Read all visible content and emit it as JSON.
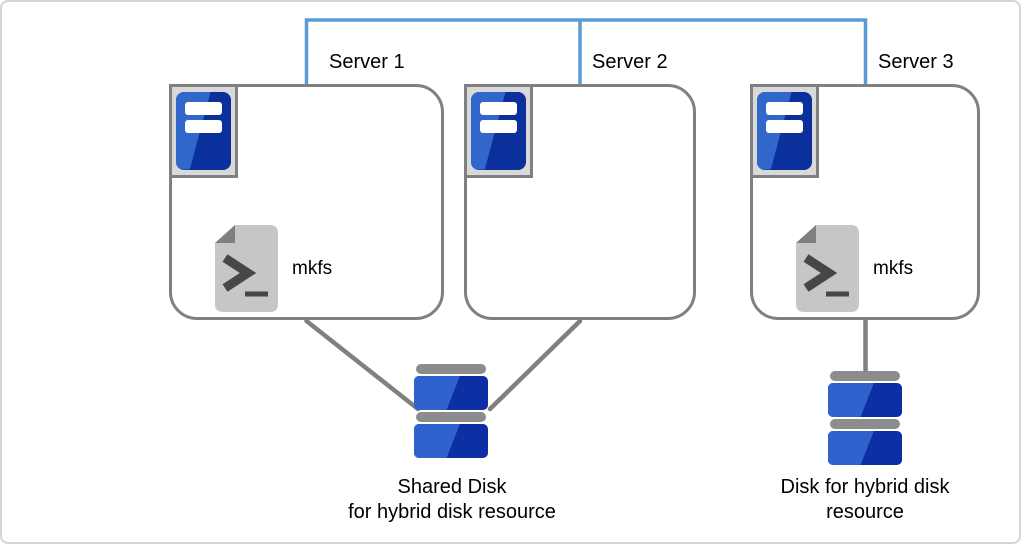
{
  "servers": [
    {
      "label": "Server 1",
      "mkfs_label": "mkfs"
    },
    {
      "label": "Server 2"
    },
    {
      "label": "Server 3",
      "mkfs_label": "mkfs"
    }
  ],
  "disks": {
    "shared": {
      "caption_line1": "Shared Disk",
      "caption_line2": "for hybrid disk resource"
    },
    "hybrid": {
      "caption_line1": "Disk for hybrid disk",
      "caption_line2": "resource"
    }
  },
  "icons": {
    "server": "server-icon",
    "script": "shell-script-icon",
    "disk": "stacked-disk-icon"
  },
  "colors": {
    "interconnect_blue": "#5B9BD5",
    "connector_gray": "#808080",
    "box_border_gray": "#808080",
    "tile_fill_gray": "#D9D9D9",
    "panel_blue_light": "#3166CB",
    "panel_blue_dark": "#0B2F9B",
    "script_page_gray": "#C6C6C6",
    "script_fold_gray": "#7F7F7F",
    "script_glyph_dark": "#474747",
    "disk_cap_gray": "#8C8C8C",
    "disk_blue_light": "#2F62CC",
    "disk_blue_dark": "#0C2FA5",
    "text_black": "#000000",
    "canvas_border_gray": "#D4D4D4"
  }
}
